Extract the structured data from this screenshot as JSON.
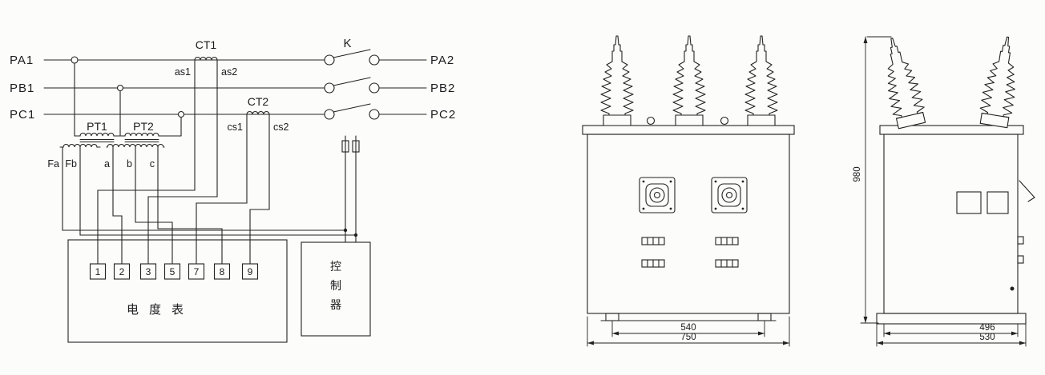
{
  "schematic": {
    "phase_in": [
      "PA1",
      "PB1",
      "PC1"
    ],
    "phase_out": [
      "PA2",
      "PB2",
      "PC2"
    ],
    "ct1_label": "CT1",
    "ct1_s1": "as1",
    "ct1_s2": "as2",
    "ct2_label": "CT2",
    "ct2_s1": "cs1",
    "ct2_s2": "cs2",
    "switch_label": "K",
    "pt1_label": "PT1",
    "pt2_label": "PT2",
    "pt_terminals": [
      "Fa",
      "Fb",
      "a",
      "b",
      "c"
    ],
    "meter_terminals": [
      "1",
      "2",
      "3",
      "5",
      "7",
      "8",
      "9"
    ],
    "meter_label": "电度表",
    "controller_label": "控制器"
  },
  "front_view": {
    "dim_feet": "540",
    "dim_width": "750"
  },
  "side_view": {
    "dim_height": "980",
    "dim_depth": "496",
    "dim_base": "530"
  },
  "colors": {
    "line": "#222222",
    "background": "#fcfcfa"
  }
}
